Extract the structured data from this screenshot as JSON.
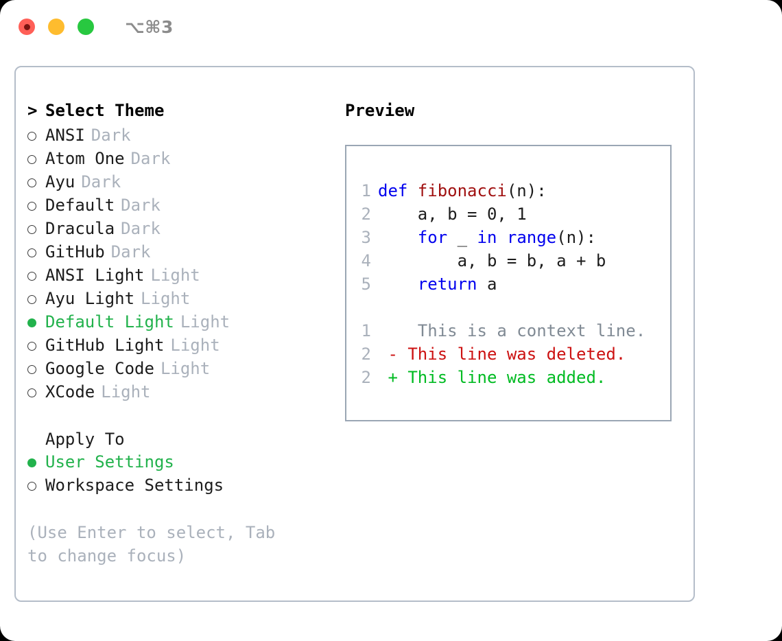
{
  "window": {
    "shortcut": "⌥⌘3",
    "traffic_lights": [
      {
        "name": "close-button",
        "color": "#ff5f57"
      },
      {
        "name": "minimize-button",
        "color": "#febc2e"
      },
      {
        "name": "maximize-button",
        "color": "#28c840"
      }
    ]
  },
  "theme_picker": {
    "prompt_marker": ">",
    "title": "Select Theme",
    "items": [
      {
        "marker": "o",
        "label": "ANSI",
        "type": "Dark",
        "selected": false
      },
      {
        "marker": "o",
        "label": "Atom One",
        "type": "Dark",
        "selected": false
      },
      {
        "marker": "o",
        "label": "Ayu",
        "type": "Dark",
        "selected": false
      },
      {
        "marker": "o",
        "label": "Default",
        "type": "Dark",
        "selected": false
      },
      {
        "marker": "o",
        "label": "Dracula",
        "type": "Dark",
        "selected": false
      },
      {
        "marker": "o",
        "label": "GitHub",
        "type": "Dark",
        "selected": false
      },
      {
        "marker": "o",
        "label": "ANSI Light",
        "type": "Light",
        "selected": false
      },
      {
        "marker": "o",
        "label": "Ayu Light",
        "type": "Light",
        "selected": false
      },
      {
        "marker": "●",
        "label": "Default Light",
        "type": "Light",
        "selected": true
      },
      {
        "marker": "o",
        "label": "GitHub Light",
        "type": "Light",
        "selected": false
      },
      {
        "marker": "o",
        "label": "Google Code",
        "type": "Light",
        "selected": false
      },
      {
        "marker": "o",
        "label": "XCode",
        "type": "Light",
        "selected": false
      }
    ]
  },
  "apply_to": {
    "title": "Apply To",
    "items": [
      {
        "marker": "●",
        "label": "User Settings",
        "selected": true
      },
      {
        "marker": "o",
        "label": "Workspace Settings",
        "selected": false
      }
    ]
  },
  "hint": "(Use Enter to select, Tab to change focus)",
  "preview": {
    "title": "Preview",
    "code_lines": [
      {
        "number": "1",
        "tokens": [
          {
            "text": "def ",
            "kind": "kw"
          },
          {
            "text": "fibonacci",
            "kind": "fn"
          },
          {
            "text": "(n):",
            "kind": "pl"
          }
        ]
      },
      {
        "number": "2",
        "tokens": [
          {
            "text": "    a, b = 0, 1",
            "kind": "pl"
          }
        ]
      },
      {
        "number": "3",
        "tokens": [
          {
            "text": "    ",
            "kind": "pl"
          },
          {
            "text": "for",
            "kind": "kw"
          },
          {
            "text": " _ ",
            "kind": "pl"
          },
          {
            "text": "in",
            "kind": "kw"
          },
          {
            "text": " ",
            "kind": "pl"
          },
          {
            "text": "range",
            "kind": "kw"
          },
          {
            "text": "(n):",
            "kind": "pl"
          }
        ]
      },
      {
        "number": "4",
        "tokens": [
          {
            "text": "        a, b = b, a + b",
            "kind": "pl"
          }
        ]
      },
      {
        "number": "5",
        "tokens": [
          {
            "text": "    ",
            "kind": "pl"
          },
          {
            "text": "return",
            "kind": "kw"
          },
          {
            "text": " a",
            "kind": "pl"
          }
        ]
      }
    ],
    "diff_lines": [
      {
        "number": "1",
        "sign": " ",
        "text": "  This is a context line.",
        "kind": "ctx"
      },
      {
        "number": "2",
        "sign": "-",
        "text": " This line was deleted.",
        "kind": "del"
      },
      {
        "number": "2",
        "sign": "+",
        "text": " This line was added.",
        "kind": "add"
      }
    ]
  },
  "colors": {
    "accent_green": "#22b24c",
    "muted": "#aab1bb",
    "keyword_blue": "#0000ee",
    "function_red": "#a01010",
    "diff_deleted": "#cc1111",
    "diff_added": "#00bb22",
    "border": "#b4bdc9"
  }
}
